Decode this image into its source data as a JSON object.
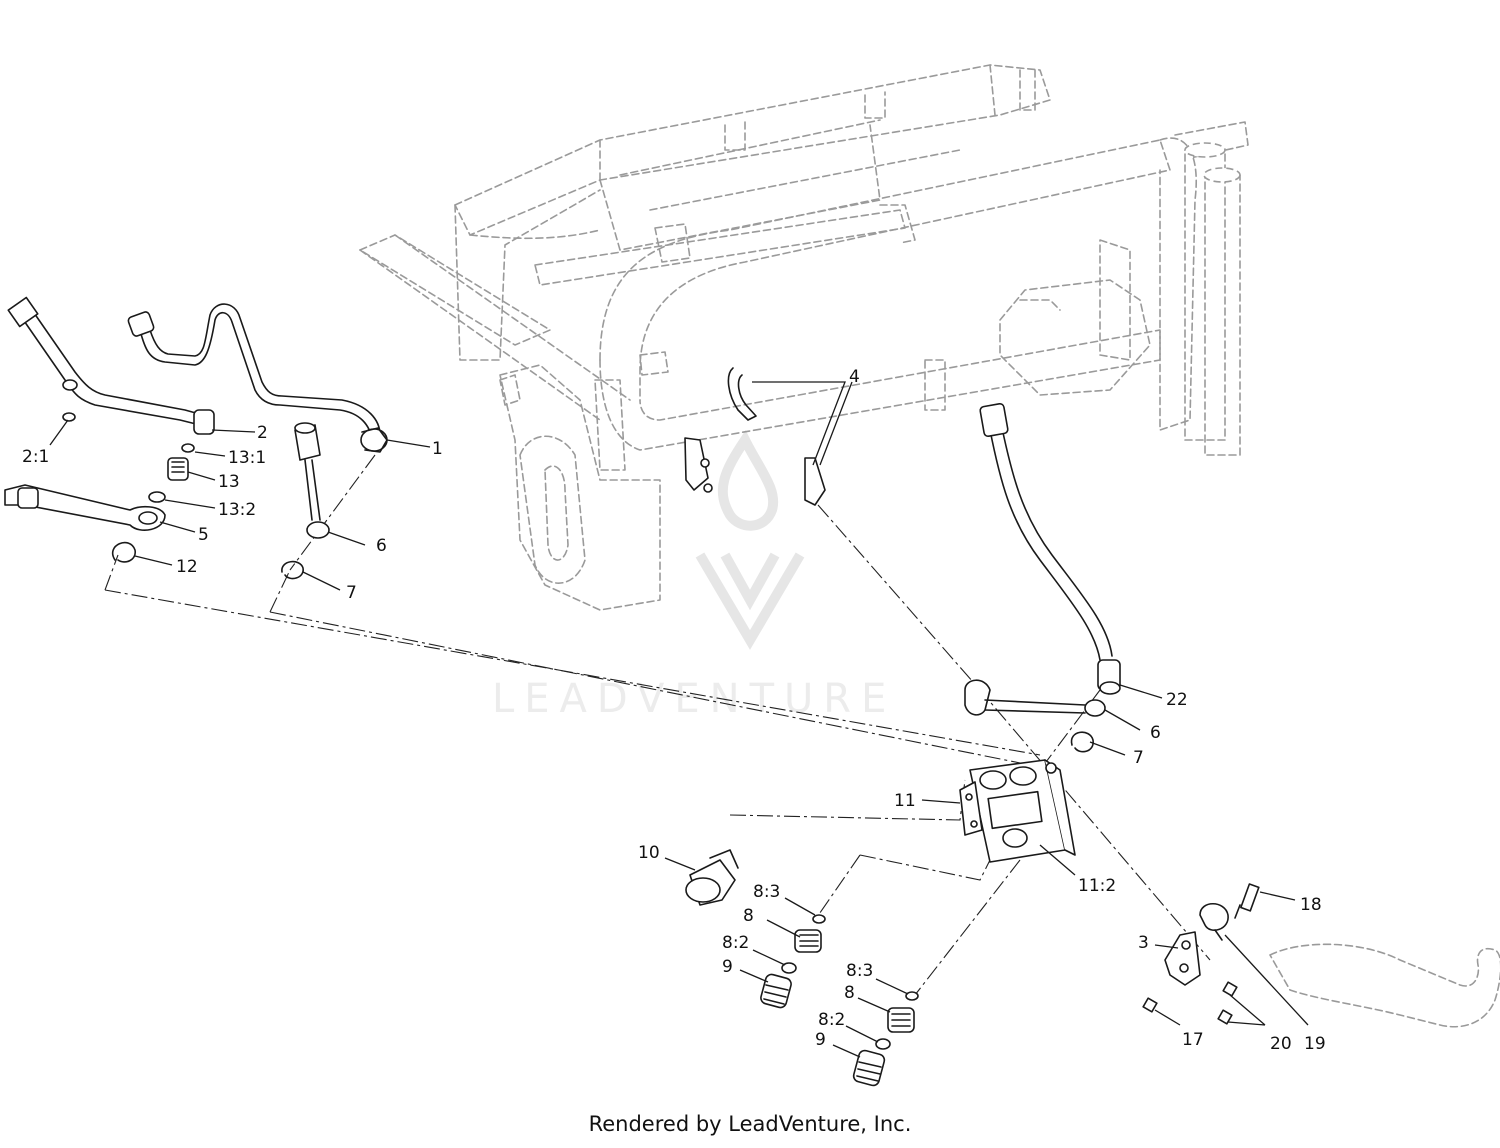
{
  "watermark": {
    "text": "LEADVENTURE"
  },
  "footer": {
    "text": "Rendered by LeadVenture, Inc."
  },
  "callouts": [
    "1",
    "2",
    "2:1",
    "3",
    "4",
    "5",
    "6",
    "7",
    "8",
    "8:2",
    "8:3",
    "9",
    "10",
    "11",
    "11:2",
    "12",
    "13",
    "13:1",
    "13:2",
    "17",
    "18",
    "19",
    "20",
    "22"
  ]
}
